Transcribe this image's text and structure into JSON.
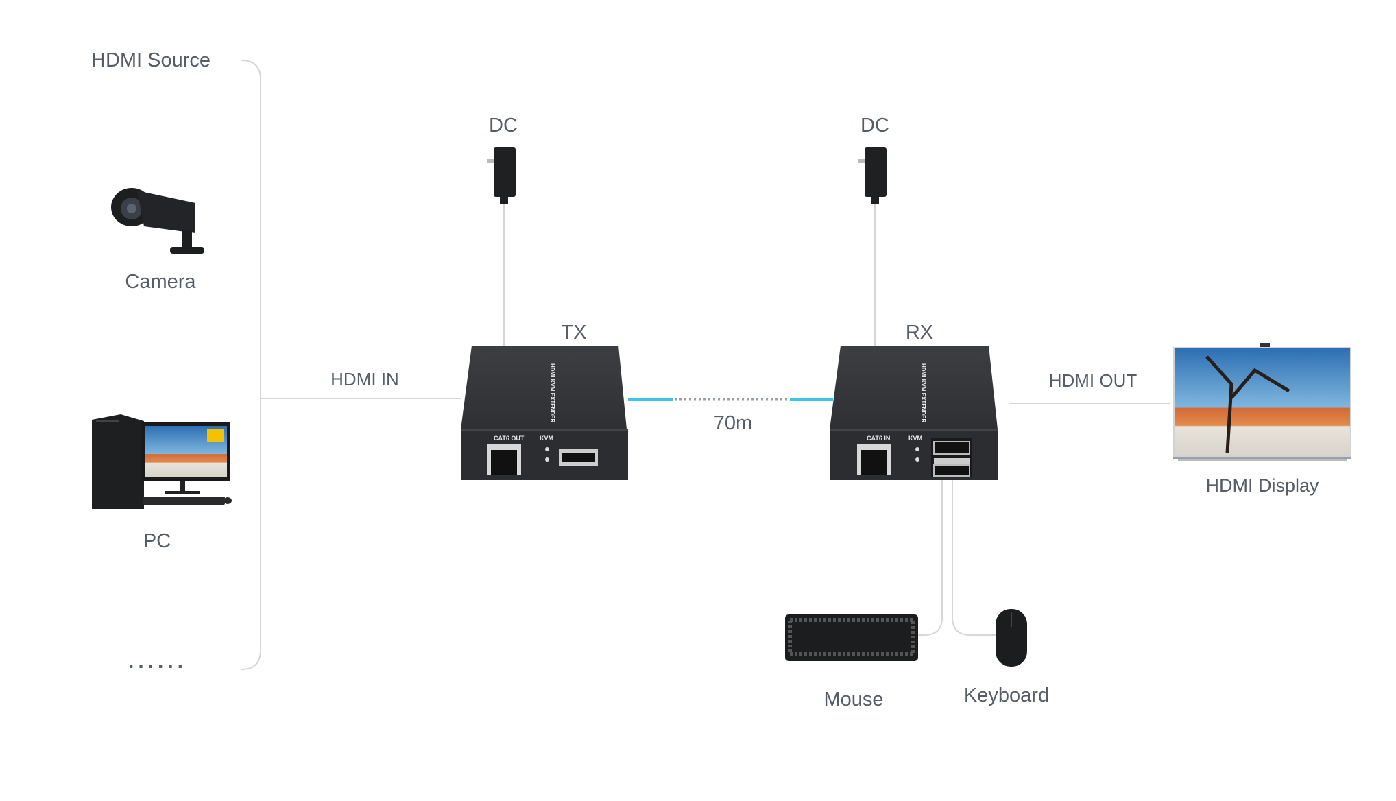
{
  "source_group": {
    "title": "HDMI Source",
    "more": "......"
  },
  "sources": [
    {
      "label": "Camera",
      "icon": "camera-icon"
    },
    {
      "label": "PC",
      "icon": "pc-icon"
    }
  ],
  "links": {
    "hdmi_in": "HDMI IN",
    "hdmi_out": "HDMI OUT",
    "distance": "70m"
  },
  "tx": {
    "label": "TX",
    "power": "DC",
    "port_label": "CAT6 OUT",
    "kvm_label": "KVM",
    "top_print": "HDMI KVM EXTENDER"
  },
  "rx": {
    "label": "RX",
    "power": "DC",
    "port_label": "CAT6 IN",
    "kvm_label": "KVM",
    "top_print": "HDMI KVM EXTENDER"
  },
  "display": {
    "label": "HDMI Display"
  },
  "peripherals": {
    "keyboard_label": "Mouse",
    "mouse_label": "Keyboard"
  },
  "colors": {
    "text": "#565d68",
    "line": "#d4d6d9",
    "cat6": "#3fc3e6",
    "device": "#3a3b3e"
  }
}
